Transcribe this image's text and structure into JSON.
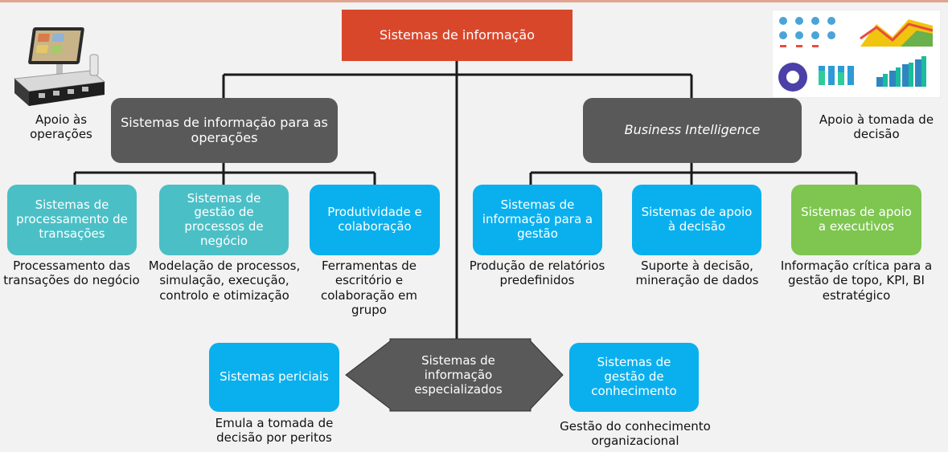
{
  "root": {
    "label": "Sistemas de informação"
  },
  "operations": {
    "label": "Sistemas de informação para as operações",
    "side_caption": "Apoio às operações",
    "pos_icon": "pos-terminal-icon",
    "children": [
      {
        "label": "Sistemas de processamento de transações",
        "caption": "Processamento das transações do negócio"
      },
      {
        "label": "Sistemas de gestão de processos de negócio",
        "caption": "Modelação de processos, simulação, execução, controlo e otimização"
      },
      {
        "label": "Produtividade e colaboração",
        "caption": "Ferramentas de escritório e colaboração em grupo"
      }
    ]
  },
  "bi": {
    "label": "Business Intelligence",
    "side_caption": "Apoio à tomada de decisão",
    "dashboard_icon": "dashboard-icon",
    "children": [
      {
        "label": "Sistemas de informação para a gestão",
        "caption": "Produção de relatórios predefinidos"
      },
      {
        "label": "Sistemas de apoio à decisão",
        "caption": "Suporte à decisão, mineração de dados"
      },
      {
        "label": "Sistemas de apoio a executivos",
        "caption": "Informação crítica para a gestão de topo, KPI, BI estratégico"
      }
    ]
  },
  "specialized": {
    "label": "Sistemas de informação especializados",
    "children": [
      {
        "label": "Sistemas periciais",
        "caption": "Emula a tomada de decisão por peritos"
      },
      {
        "label": "Sistemas de gestão de conhecimento",
        "caption": "Gestão do conhecimento organizacional"
      }
    ]
  },
  "colors": {
    "root": "#d9472b",
    "dark": "#595959",
    "teal": "#4bbfc6",
    "blue": "#0ab0ee",
    "green": "#7ec650"
  }
}
